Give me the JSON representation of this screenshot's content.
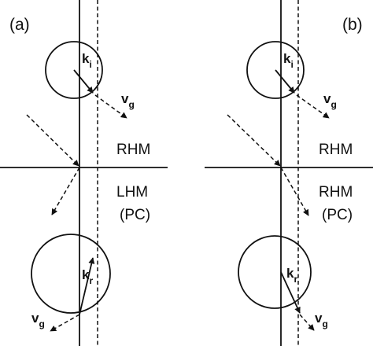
{
  "panels": [
    {
      "id": "a",
      "label": "(a)",
      "upper_medium": "RHM",
      "lower_medium": "LHM",
      "lower_medium_sub": "(PC)",
      "incident_wavevector": {
        "symbol": "k",
        "subscript": "i"
      },
      "refracted_wavevector": {
        "symbol": "k",
        "subscript": "r"
      },
      "incident_group_velocity": {
        "symbol": "v",
        "subscript": "g"
      },
      "refracted_group_velocity": {
        "symbol": "v",
        "subscript": "g"
      }
    },
    {
      "id": "b",
      "label": "(b)",
      "upper_medium": "RHM",
      "lower_medium": "RHM",
      "lower_medium_sub": "(PC)",
      "incident_wavevector": {
        "symbol": "k",
        "subscript": "i"
      },
      "refracted_wavevector": {
        "symbol": "k",
        "subscript": "r"
      },
      "incident_group_velocity": {
        "symbol": "v",
        "subscript": "g"
      },
      "refracted_group_velocity": {
        "symbol": "v",
        "subscript": "g"
      }
    }
  ],
  "colors": {
    "ink": "#111111",
    "background": "#ffffff"
  }
}
